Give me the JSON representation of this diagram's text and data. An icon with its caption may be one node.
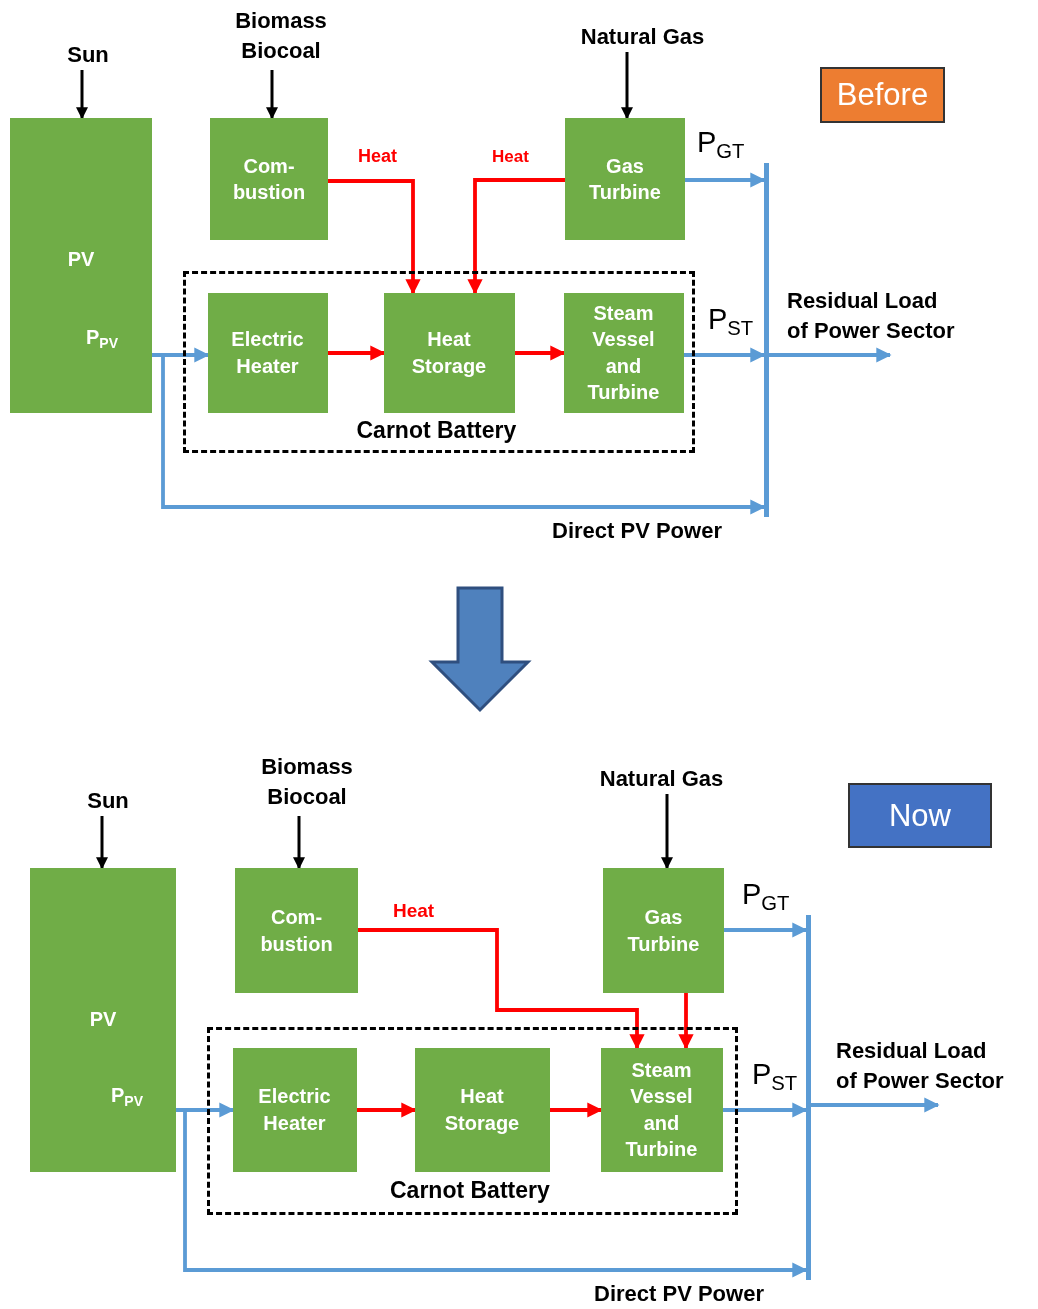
{
  "diagram": {
    "nodes": [
      {
        "text": [
          "Sun"
        ]
      },
      {
        "text": [
          "Biomass Biocoal"
        ]
      },
      {
        "text": [
          "Natural Gas"
        ]
      },
      {
        "text": [
          "Before"
        ]
      },
      {
        "text": [
          "PV",
          "P$_{PV}$"
        ]
      },
      {
        "text": [
          "Com- bustion"
        ]
      },
      {
        "text": [
          "Gas Turbine"
        ],
        "beside": [
          "P$_{GT}$"
        ]
      },
      {
        "text": [
          "Carnot Battery"
        ]
      },
      {
        "text": [
          "Electric Heater"
        ],
        "in": 7
      },
      {
        "text": [
          "Heat Storage"
        ],
        "in": 7
      },
      {
        "text": [
          "Steam Vessel and Turbine"
        ],
        "in": 7,
        "beside": [
          "P$_{ST}$"
        ]
      },
      {
        "text": [],
        "shape": "bar"
      },
      {
        "text": [
          "Sun"
        ]
      },
      {
        "text": [
          "Biomass Biocoal"
        ]
      },
      {
        "text": [
          "Natural Gas"
        ]
      },
      {
        "text": [
          "Now"
        ]
      },
      {
        "text": [
          "PV",
          "P$_{PV}$"
        ]
      },
      {
        "text": [
          "Com- bustion"
        ]
      },
      {
        "text": [
          "Gas Turbine"
        ],
        "beside": [
          "P$_{GT}$"
        ]
      },
      {
        "text": [
          "Carnot Battery"
        ]
      },
      {
        "text": [
          "Electric Heater"
        ],
        "in": 19
      },
      {
        "text": [
          "Heat Storage"
        ],
        "in": 19
      },
      {
        "text": [
          "Steam Vessel and Turbine"
        ],
        "in": 19
      },
      {
        "text": [],
        "shape": "bar"
      },
      {
        "text": [
          "Residual Load of Power Sector"
        ]
      },
      {
        "text": [
          "Residual Load of Power Sector"
        ]
      }
    ],
    "edges": [
      {
        "from": 0,
        "to": 4,
        "arrow": "to",
        "color": "#000000"
      },
      {
        "from": 1,
        "to": 5,
        "arrow": "to",
        "color": "#000000"
      },
      {
        "from": 2,
        "to": 6,
        "arrow": "to",
        "color": "#000000"
      },
      {
        "from": 5,
        "to": 9,
        "arrow": "to",
        "label": "Heat",
        "color": "#ff0000"
      },
      {
        "from": 6,
        "to": 9,
        "arrow": "to",
        "label": "Heat",
        "color": "#ff0000"
      },
      {
        "from": 8,
        "to": 9,
        "arrow": "to",
        "color": "#ff0000"
      },
      {
        "from": 9,
        "to": 10,
        "arrow": "to",
        "color": "#ff0000"
      },
      {
        "from": 4,
        "to": 8,
        "arrow": "to"
      },
      {
        "from": 4,
        "to": 11,
        "arrow": "to",
        "label": "Direct PV Power"
      },
      {
        "from": 6,
        "to": 11,
        "arrow": "to"
      },
      {
        "from": 10,
        "to": 11,
        "arrow": "to"
      },
      {
        "from": 11,
        "to": 24,
        "arrow": "to"
      },
      {
        "from": 12,
        "to": 16,
        "arrow": "to",
        "color": "#000000"
      },
      {
        "from": 13,
        "to": 17,
        "arrow": "to",
        "color": "#000000"
      },
      {
        "from": 14,
        "to": 18,
        "arrow": "to",
        "color": "#000000"
      },
      {
        "from": 17,
        "to": 22,
        "arrow": "to",
        "label": "Heat",
        "color": "#ff0000"
      },
      {
        "from": 18,
        "to": 22,
        "arrow": "to",
        "color": "#ff0000"
      },
      {
        "from": 20,
        "to": 21,
        "arrow": "to",
        "color": "#ff0000"
      },
      {
        "from": 21,
        "to": 22,
        "arrow": "to",
        "color": "#ff0000"
      },
      {
        "from": 16,
        "to": 20,
        "arrow": "to"
      },
      {
        "from": 16,
        "to": 23,
        "arrow": "to",
        "label": "Direct PV Power"
      },
      {
        "from": 18,
        "to": 23,
        "arrow": "to"
      },
      {
        "from": 22,
        "to": 23,
        "arrow": "to"
      },
      {
        "from": 23,
        "to": 25,
        "arrow": "to"
      }
    ],
    "labels": [
      "P$_{ST}$"
    ]
  }
}
